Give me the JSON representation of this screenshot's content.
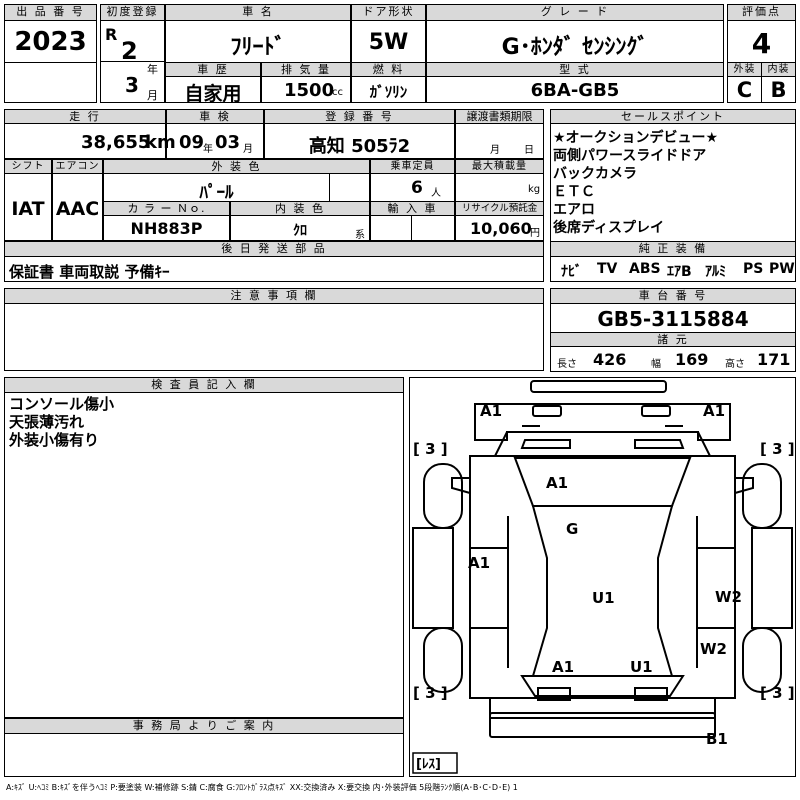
{
  "header": {
    "lot_label": "出 品 番 号",
    "lot_number": "2023",
    "first_reg_label": "初度登録",
    "era": "R",
    "first_reg_year": "2",
    "year_unit": "年",
    "first_reg_month": "3",
    "month_unit": "月",
    "car_name_label": "車 名",
    "car_name": "ﾌﾘｰﾄﾞ",
    "door_label": "ドア形状",
    "door": "5W",
    "grade_label": "グ レ ー ド",
    "grade": "G･ﾎﾝﾀﾞ ｾﾝｼﾝｸﾞ",
    "score_label": "評価点",
    "score": "4",
    "history_label": "車 歴",
    "history": "自家用",
    "displacement_label": "排 気 量",
    "displacement": "1500",
    "displacement_unit": "cc",
    "fuel_label": "燃 料",
    "fuel": "ｶﾞｿﾘﾝ",
    "model_label": "型 式",
    "model": "6BA-GB5",
    "exterior_label": "外装",
    "exterior": "C",
    "interior_label": "内装",
    "interior": "B"
  },
  "row2": {
    "mileage_label": "走 行",
    "mileage": "38,655",
    "mileage_unit": "km",
    "inspection_label": "車 検",
    "inspection_year": "09",
    "inspection_year_unit": "年",
    "inspection_month": "03",
    "inspection_month_unit": "月",
    "plate_label": "登 録 番 号",
    "plate": "高知 505ﾗ2",
    "transfer_label": "譲渡書類期限",
    "transfer_month_unit": "月",
    "transfer_day_unit": "日"
  },
  "sales": {
    "label": "セールスポイント",
    "lines": [
      "★オークションデビュー★",
      "両側パワースライドドア",
      "バックカメラ",
      "ＥＴＣ",
      "エアロ",
      "後席ディスプレイ"
    ]
  },
  "specs": {
    "shift_label": "シフト",
    "shift": "IAT",
    "ac_label": "エアコン",
    "ac": "AAC",
    "color_label": "外 装 色",
    "color": "ﾊﾟｰﾙ",
    "capacity_label": "乗車定員",
    "capacity": "6",
    "capacity_unit": "人",
    "load_label": "最大積載量",
    "load_unit": "kg",
    "color_no_label": "カ ラ ー Ｎｏ.",
    "color_no": "NH883P",
    "int_color_label": "内 装 色",
    "int_color": "ｸﾛ",
    "int_color_unit": "系",
    "import_label": "輸 入 車",
    "recycle_label": "リサイクル預託金",
    "recycle": "10,060",
    "recycle_unit": "円"
  },
  "accessories": {
    "label": "後 日 発 送 部 品",
    "value": "保証書 車両取説 予備ｷｰ"
  },
  "equipment": {
    "label": "純 正 装 備",
    "items": [
      "ﾅﾋﾞ",
      "TV",
      "ABS",
      "ｴｱB",
      "ｱﾙﾐ",
      "PS",
      "PW"
    ]
  },
  "caution": {
    "label": "注 意 事 項 欄"
  },
  "chassis": {
    "label": "車 台 番 号",
    "value": "GB5-3115884",
    "dims_label": "諸 元",
    "length_label": "長さ",
    "length": "426",
    "width_label": "幅",
    "width": "169",
    "height_label": "高さ",
    "height": "171"
  },
  "inspector": {
    "label": "検 査 員 記 入 欄",
    "lines": [
      "コンソール傷小",
      "天張薄汚れ",
      "外装小傷有り"
    ]
  },
  "office": {
    "label": "事 務 局 よ り ご 案 内"
  },
  "diagram": {
    "marks": {
      "front_left": "A1",
      "front_right": "A1",
      "windshield": "A1",
      "glass": "G",
      "left_side": "A1",
      "roof": "U1",
      "right_side": "W2",
      "right_rear": "W2",
      "rear_left": "A1",
      "rear_right": "U1",
      "rear_bumper": "B1"
    },
    "tread_fl": "[ 3 ]",
    "tread_fr": "[ 3 ]",
    "tread_rl": "[ 3 ]",
    "tread_rr": "[ 3 ]",
    "spare": "[ﾚｽ]"
  },
  "legend": "A:ｷｽﾞ U:ﾍｺﾐ B:ｷｽﾞを伴うﾍｺﾐ P:要塗装 W:補修跡 S:錆 C:腐食 G:ﾌﾛﾝﾄｶﾞﾗｽ点ｷｽﾞ XX:交換済み X:要交換 内･外装評価 5段階ﾗﾝｸ順(A･B･C･D･E) 1"
}
